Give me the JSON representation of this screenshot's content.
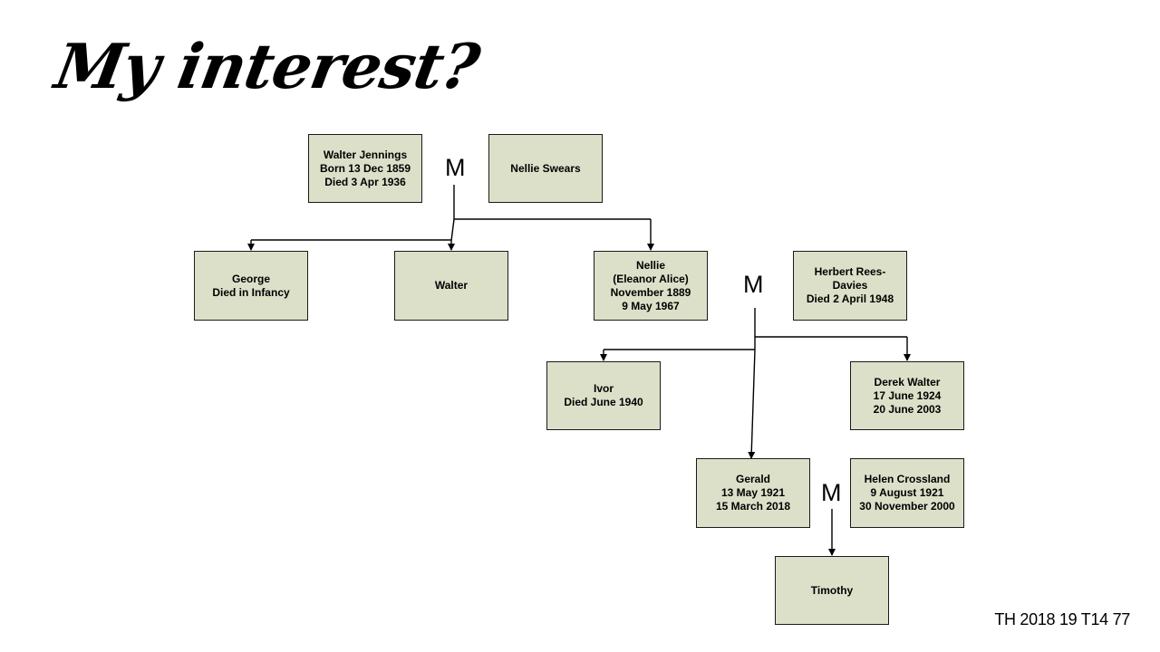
{
  "title": "My interest?",
  "marriage_symbol": "M",
  "people": {
    "walter_jennings": "Walter Jennings\nBorn 13 Dec 1859\nDied 3 Apr 1936",
    "nellie_swears": "Nellie Swears",
    "george": "George\nDied in Infancy",
    "walter": "Walter",
    "nellie": "Nellie\n(Eleanor Alice)\nNovember 1889\n9 May 1967",
    "herbert": "Herbert Rees-\nDavies\nDied 2 April 1948",
    "ivor": "Ivor\nDied June 1940",
    "derek": "Derek Walter\n17 June 1924\n20 June 2003",
    "gerald": "Gerald\n13 May 1921\n15 March 2018",
    "helen": "Helen Crossland\n9 August 1921\n30 November 2000",
    "timothy": "Timothy"
  },
  "footer": "TH 2018 19 T14 77",
  "colors": {
    "box_fill": "#dde0c9",
    "box_border": "#1a1a1a",
    "line": "#000000"
  }
}
